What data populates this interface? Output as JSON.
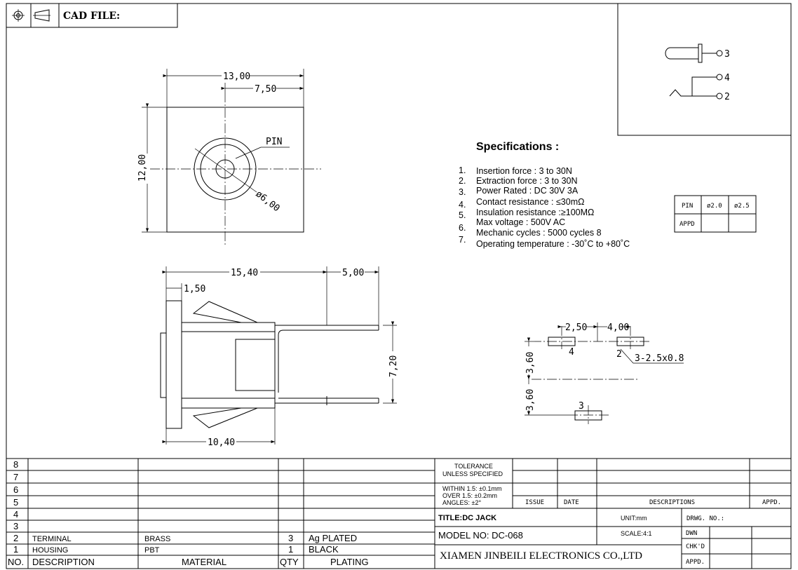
{
  "header": {
    "cad_label": "CAD FILE:"
  },
  "top_view": {
    "width_dim": "13,00",
    "center_dim": "7,50",
    "height_dim": "12,00",
    "pin_label": "PIN",
    "diameter_dim": "ø6,00"
  },
  "side_view": {
    "length_dim": "15,40",
    "pin_dim": "5,00",
    "flange_dim": "1,50",
    "pitch_dim": "7,20",
    "body_dim": "10,40"
  },
  "schematic": {
    "pin3": "3",
    "pin4": "4",
    "pin2": "2"
  },
  "specifications": {
    "title": "Specifications :",
    "items": [
      {
        "num": "1.",
        "text": "Insertion force : 3 to 30N"
      },
      {
        "num": "2.",
        "text": "Extraction force : 3 to 30N"
      },
      {
        "num": "3.",
        "text": "Power Rated : DC 30V 3A"
      },
      {
        "num": "4.",
        "text": "Contact resistance : ≤30mΩ"
      },
      {
        "num": "5.",
        "text": "Insulation resistance :≥100MΩ"
      },
      {
        "num": "6.",
        "text": "Max voltage : 500V AC"
      },
      {
        "num": "7.",
        "text": "Mechanic cycles : 5000 cycles 8"
      },
      {
        "num": "",
        "text": "Operating temperature :  -30˚C to +80˚C"
      }
    ]
  },
  "pin_table": {
    "row1": [
      "PIN",
      "ø2.0",
      "ø2.5"
    ],
    "row2": [
      "APPD",
      "",
      ""
    ]
  },
  "footprint": {
    "dim_a": "2,50",
    "dim_b": "4,00",
    "dim_c": "3,60",
    "dim_d": "3,60",
    "pad4": "4",
    "pad2": "2",
    "pad3": "3",
    "slot_note": "3-2.5x0.8"
  },
  "bom": {
    "row_numbers": [
      "8",
      "7",
      "6",
      "5",
      "4",
      "3"
    ],
    "rows": [
      {
        "no": "2",
        "description": "TERMINAL",
        "material": "BRASS",
        "qty": "3",
        "plating": "Ag  PLATED"
      },
      {
        "no": "1",
        "description": "HOUSING",
        "material": "PBT",
        "qty": "1",
        "plating": "BLACK"
      }
    ],
    "header": {
      "no": "NO.",
      "description": "DESCRIPTION",
      "material": "MATERIAL",
      "qty": "QTY",
      "plating": "PLATING"
    }
  },
  "title_block": {
    "tolerance_1": "TOLERANCE",
    "tolerance_2": "UNLESS SPECIFIED",
    "within": "WITHIN 1.5: ±0.1mm",
    "over": "OVER 1.5:  ±0.2mm",
    "angles": "ANGLES: ±2°",
    "issue": "ISSUE",
    "date": "DATE",
    "descriptions": "DESCRIPTIONS",
    "appd": "APPD.",
    "title": "TITLE:DC JACK",
    "unit": "UNIT:mm",
    "drwg_no": "DRWG. NO.:",
    "model_no": "MODEL  NO: DC-068",
    "scale": "SCALE:4:1",
    "dwn": "DWN",
    "chkd": "CHK'D",
    "appd2": "APPD.",
    "company": "XIAMEN JINBEILI ELECTRONICS CO.,LTD"
  }
}
